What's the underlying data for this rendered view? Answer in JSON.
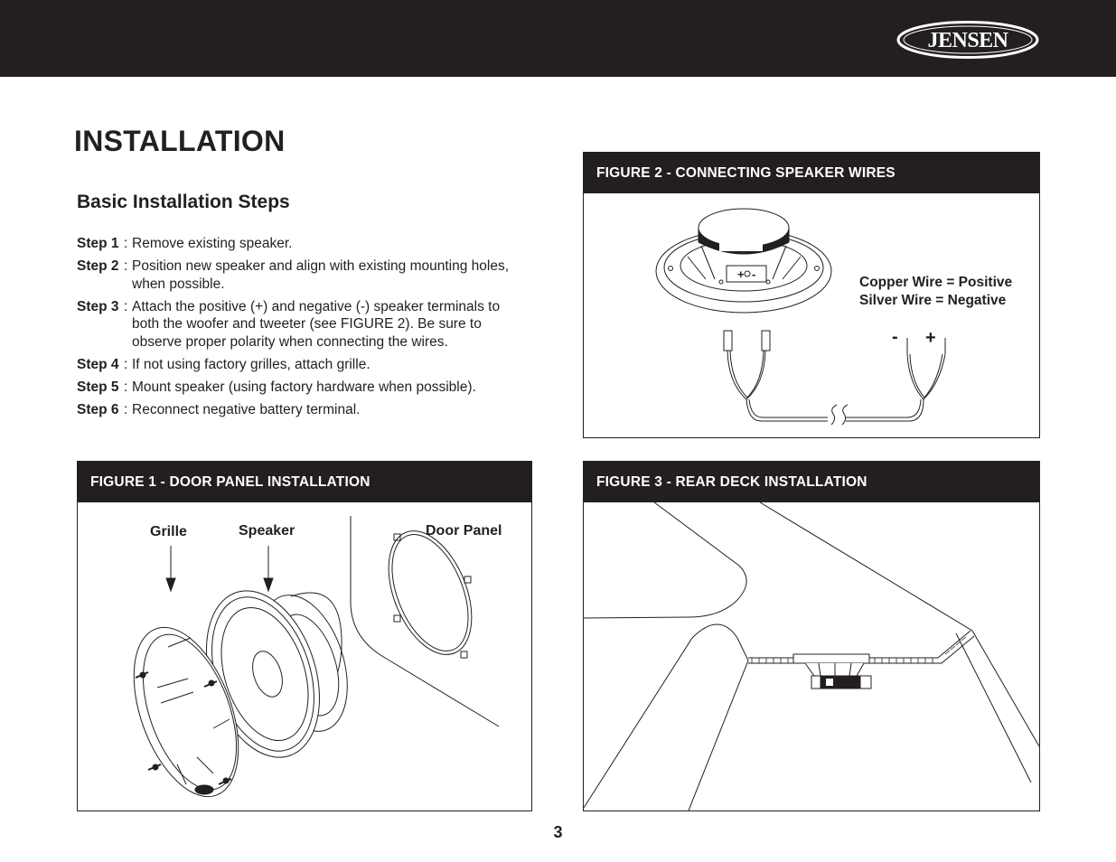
{
  "brand": {
    "logo_text": "JENSEN"
  },
  "page": {
    "title": "INSTALLATION",
    "section_title": "Basic Installation Steps",
    "page_number": "3"
  },
  "steps": [
    {
      "label": "Step 1",
      "text": "Remove existing speaker."
    },
    {
      "label": "Step 2",
      "text": "Position new speaker and align with existing mounting holes, when possible."
    },
    {
      "label": "Step 3",
      "text": "Attach the positive (+) and negative (-) speaker terminals to both the woofer and tweeter (see FIGURE 2). Be sure to observe proper polarity when connecting the wires."
    },
    {
      "label": "Step 4",
      "text": "If not using factory grilles, attach grille."
    },
    {
      "label": "Step 5",
      "text": "Mount speaker (using factory hardware when possible)."
    },
    {
      "label": "Step 6",
      "text": "Reconnect negative battery terminal."
    }
  ],
  "figure1": {
    "title": "FIGURE 1 - DOOR PANEL INSTALLATION",
    "labels": {
      "grille": "Grille",
      "speaker": "Speaker",
      "door_panel": "Door Panel"
    }
  },
  "figure2": {
    "title": "FIGURE 2 - CONNECTING SPEAKER WIRES",
    "note_positive": "Copper Wire = Positive",
    "note_negative": "Silver Wire = Negative",
    "terminal_negative": "-",
    "terminal_positive": "+"
  },
  "figure3": {
    "title": "FIGURE 3 - REAR DECK INSTALLATION"
  },
  "colors": {
    "dark": "#231f20",
    "background": "#ffffff"
  }
}
